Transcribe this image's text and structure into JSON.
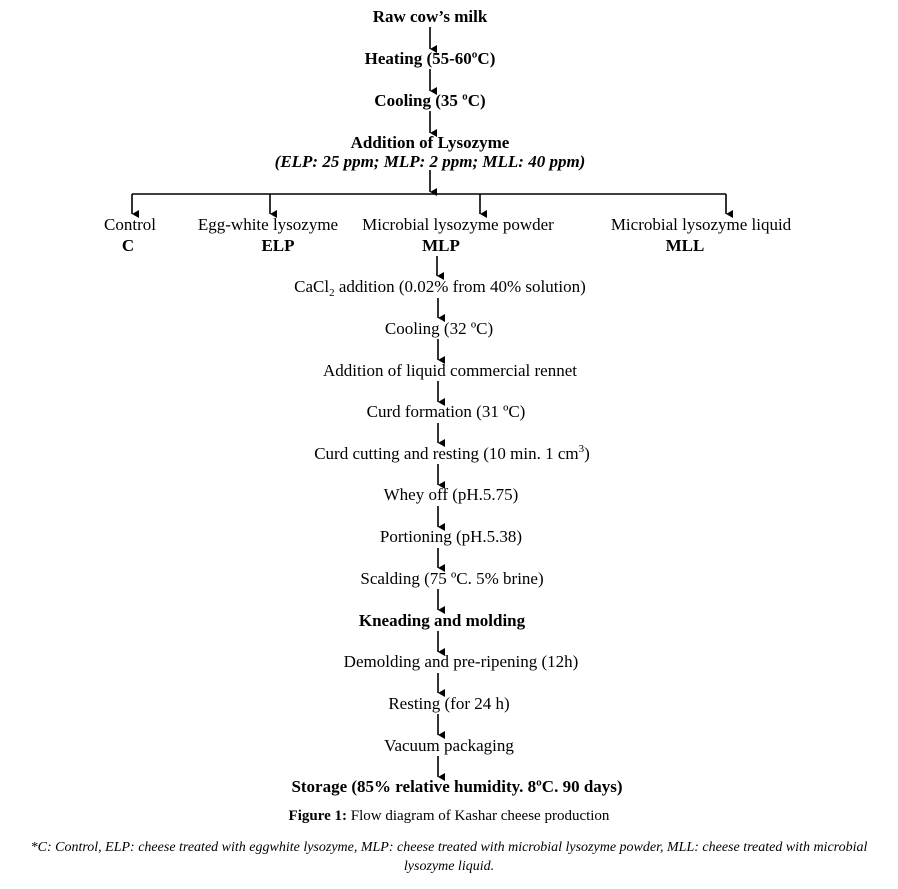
{
  "steps_top": [
    "Raw cow’s milk",
    "Heating (55-60ºC)",
    "Cooling (35 ºC)",
    "Addition of Lysozyme"
  ],
  "lysozyme_doses": "(ELP: 25 ppm; MLP: 2 ppm; MLL: 40 ppm)",
  "branches": [
    {
      "label": "Control",
      "code": "C"
    },
    {
      "label": "Egg-white lysozyme",
      "code": "ELP"
    },
    {
      "label": "Microbial lysozyme powder",
      "code": "MLP"
    },
    {
      "label": "Microbial lysozyme liquid",
      "code": "MLL"
    }
  ],
  "cacl2": {
    "pre": "CaCl",
    "sub": "2",
    "post": " addition (0.02% from 40% solution)"
  },
  "steps_bottom": [
    "Cooling (32 ºC)",
    "Addition of liquid commercial rennet",
    "Curd formation (31 ºC)",
    "Curd cutting and resting (10 min. 1 cm",
    "Whey off (pH.5.75)",
    "Portioning (pH.5.38)",
    "Scalding (75 ºC. 5% brine)",
    "Kneading and molding",
    "Demolding and pre-ripening (12h)",
    "Resting (for 24 h)",
    "Vacuum packaging",
    "Storage (85% relative humidity. 8ºC. 90 days)"
  ],
  "curd_unit": {
    "sup": "3",
    "close": ")"
  },
  "figure_caption": {
    "label": "Figure 1:",
    "text": " Flow diagram of Kashar cheese production"
  },
  "footnote": "*C: Control, ELP: cheese treated with eggwhite lysozyme, MLP: cheese treated with microbial lysozyme powder, MLL: cheese treated with microbial lysozyme liquid."
}
